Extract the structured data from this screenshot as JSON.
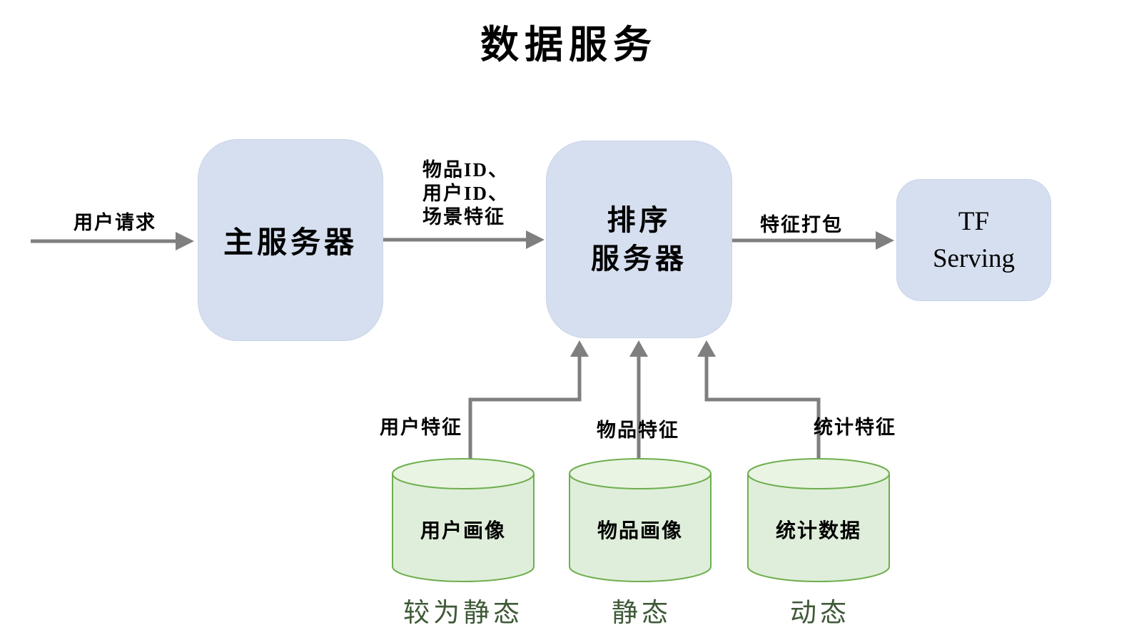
{
  "title": "数据服务",
  "colors": {
    "node_fill": "#d6dfef",
    "node_border": "#c9d4ea",
    "cylinder_fill": "#dfeeda",
    "cylinder_top_fill": "#e9f4e3",
    "cylinder_border": "#6fae4e",
    "arrow": "#7f7f7f",
    "text": "#000000",
    "state_text": "#3f5a38"
  },
  "nodes": {
    "main_server": {
      "label": "主服务器"
    },
    "ranking_server": {
      "line1": "排序",
      "line2": "服务器"
    },
    "tf_serving": {
      "line1": "TF",
      "line2": "Serving"
    }
  },
  "edges": {
    "user_request": {
      "label": "用户请求"
    },
    "ids_features": {
      "lines": [
        "物品ID、",
        "用户ID、",
        "场景特征"
      ]
    },
    "feature_pack": {
      "label": "特征打包"
    },
    "user_features": {
      "label": "用户特征"
    },
    "item_features": {
      "label": "物品特征"
    },
    "stat_features": {
      "label": "统计特征"
    }
  },
  "databases": [
    {
      "label": "用户画像",
      "state": "较为静态"
    },
    {
      "label": "物品画像",
      "state": "静态"
    },
    {
      "label": "统计数据",
      "state": "动态"
    }
  ]
}
